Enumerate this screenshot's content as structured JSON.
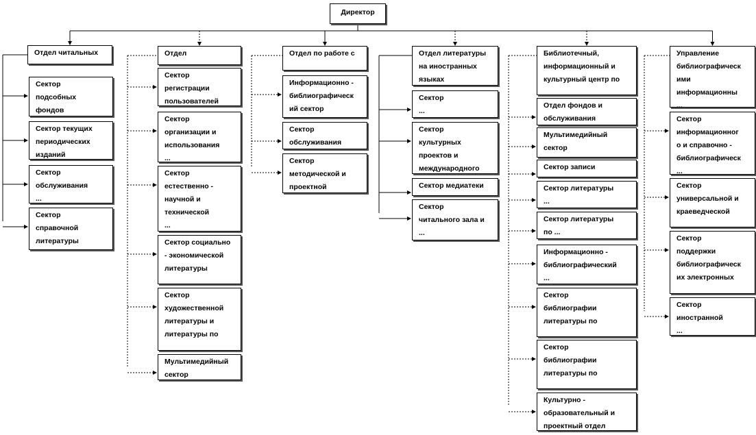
{
  "director": "Директор",
  "departments": [
    {
      "title": "Отдел читальных",
      "sectors": [
        "Сектор\nподсобных\nфондов",
        "Сектор текущих\nпериодических\nизданий",
        "Сектор\nобслуживания\n...",
        "Сектор\nсправочной\nлитературы"
      ]
    },
    {
      "title": "Отдел",
      "sectors": [
        "Сектор\nрегистрации\nпользователей",
        "Сектор\nорганизации и\nиспользования\n...",
        "Сектор\nестественно -\nнаучной и\nтехнической\n...",
        "Сектор социально\n- экономической\nлитературы",
        "Сектор\nхудожественной\nлитературы и\nлитературы по",
        "Мультимедийный\nсектор"
      ]
    },
    {
      "title": "Отдел по работе с",
      "sectors": [
        "Информационно -\nбиблиографическ\nий сектор",
        "Сектор\nобслуживания",
        "Сектор\nметодической и\nпроектной"
      ]
    },
    {
      "title": "Отдел литературы\nна иностранных\nязыках",
      "sectors": [
        "Сектор\n...",
        "Сектор\nкультурных\nпроектов и\nмеждународного",
        "Сектор медиатеки",
        "Сектор\nчитального зала и\n..."
      ]
    },
    {
      "title": "Библиотечный,\nинформационный и\nкультурный центр по",
      "sectors": [
        "Отдел фондов и\nобслуживания",
        "Мультимедийный\nсектор",
        "Сектор записи",
        "Сектор литературы\n...",
        "Сектор литературы\nпо ...",
        "Информационно -\nбиблиографический\n...",
        "Сектор\nбиблиографии\nлитературы по",
        "Сектор\nбиблиографии\nлитературы по",
        "Культурно -\nобразовательный и\nпроектный отдел"
      ]
    },
    {
      "title": "Управление\nбиблиографическ\nими\nинформационны\n...",
      "sectors": [
        "Сектор\nинформационног\nо и справочно -\nбиблиографическ\n...",
        "Сектор\nуниверсальной и\nкраеведческой",
        "Сектор\nподдержки\nбиблиографическ\nих электронных",
        "Сектор\nиностранной\n..."
      ]
    }
  ]
}
